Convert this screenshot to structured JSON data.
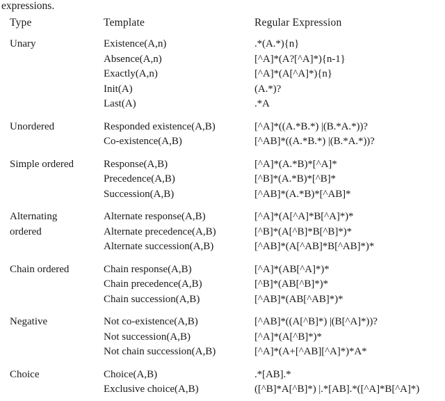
{
  "caption_tail": "expressions.",
  "table": {
    "columns": [
      "Type",
      "Template",
      "Regular Expression"
    ],
    "sections": [
      {
        "type": "Unary",
        "rows": [
          {
            "template": "Existence(A,n)",
            "regex": ".*(A.*){n}"
          },
          {
            "template": "Absence(A,n)",
            "regex": "[^A]*(A?[^A]*){n-1}"
          },
          {
            "template": "Exactly(A,n)",
            "regex": "[^A]*(A[^A]*){n}"
          },
          {
            "template": "Init(A)",
            "regex": "(A.*)?"
          },
          {
            "template": "Last(A)",
            "regex": ".*A"
          }
        ]
      },
      {
        "type": "Unordered",
        "rows": [
          {
            "template": "Responded existence(A,B)",
            "regex": "[^A]*((A.*B.*) |(B.*A.*))?"
          },
          {
            "template": "Co-existence(A,B)",
            "regex": "[^AB]*((A.*B.*) |(B.*A.*))?"
          }
        ]
      },
      {
        "type": "Simple ordered",
        "rows": [
          {
            "template": "Response(A,B)",
            "regex": "[^A]*(A.*B)*[^A]*"
          },
          {
            "template": "Precedence(A,B)",
            "regex": "[^B]*(A.*B)*[^B]*"
          },
          {
            "template": "Succession(A,B)",
            "regex": "[^AB]*(A.*B)*[^AB]*"
          }
        ]
      },
      {
        "type": "Alternating\nordered",
        "rows": [
          {
            "template": "Alternate response(A,B)",
            "regex": "[^A]*(A[^A]*B[^A]*)*"
          },
          {
            "template": "Alternate precedence(A,B)",
            "regex": "[^B]*(A[^B]*B[^B]*)*"
          },
          {
            "template": "Alternate succession(A,B)",
            "regex": "[^AB]*(A[^AB]*B[^AB]*)*"
          }
        ]
      },
      {
        "type": "Chain ordered",
        "rows": [
          {
            "template": "Chain response(A,B)",
            "regex": "[^A]*(AB[^A]*)*"
          },
          {
            "template": "Chain precedence(A,B)",
            "regex": "[^B]*(AB[^B]*)*"
          },
          {
            "template": "Chain succession(A,B)",
            "regex": "[^AB]*(AB[^AB]*)*"
          }
        ]
      },
      {
        "type": "Negative",
        "rows": [
          {
            "template": "Not co-existence(A,B)",
            "regex": "[^AB]*((A[^B]*) |(B[^A]*))?"
          },
          {
            "template": "Not succession(A,B)",
            "regex": "[^A]*(A[^B]*)*"
          },
          {
            "template": "Not chain succession(A,B)",
            "regex": "[^A]*(A+[^AB][^A]*)*A*"
          }
        ]
      },
      {
        "type": "Choice",
        "rows": [
          {
            "template": "Choice(A,B)",
            "regex": ".*[AB].*"
          },
          {
            "template": "Exclusive choice(A,B)",
            "regex": "([^B]*A[^B]*) |.*[AB].*([^A]*B[^A]*)"
          }
        ]
      }
    ]
  }
}
